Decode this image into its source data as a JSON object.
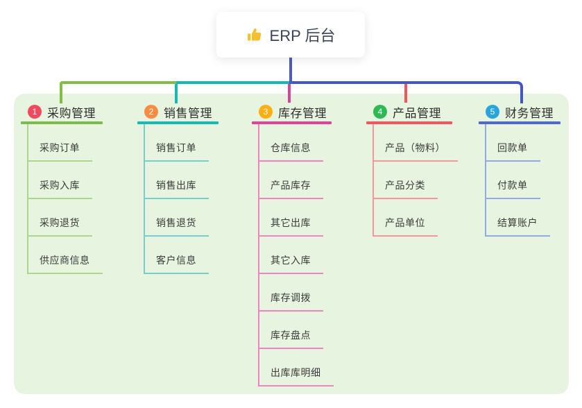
{
  "root": {
    "label": "ERP 后台",
    "icon": "thumbs-up-icon",
    "icon_color": "#f6c02d"
  },
  "canvas": {
    "panel_bg": "#e7f4e0",
    "page_bg": "#ffffff",
    "root_connector_color": "#4a5bc8"
  },
  "bus_segments": [
    {
      "name": "segment-procurement",
      "color": "#82bd4a"
    },
    {
      "name": "segment-sales",
      "color": "#16bab2"
    },
    {
      "name": "segment-right",
      "color": "#4456c4"
    },
    {
      "name": "drop-inventory",
      "color": "#d8439b"
    },
    {
      "name": "drop-product",
      "color": "#f2555c"
    }
  ],
  "branches": [
    {
      "num": "1",
      "title": "采购管理",
      "badge_color": "#f2495e",
      "line_color": "#7cbc4d",
      "child_line_color": "#abd68c",
      "children": [
        "采购订单",
        "采购入库",
        "采购退货",
        "供应商信息"
      ]
    },
    {
      "num": "2",
      "title": "销售管理",
      "badge_color": "#fa8c42",
      "line_color": "#16bab2",
      "child_line_color": "#76cfc8",
      "children": [
        "销售订单",
        "销售出库",
        "销售退货",
        "客户信息"
      ]
    },
    {
      "num": "3",
      "title": "库存管理",
      "badge_color": "#ffaf14",
      "line_color": "#e0429a",
      "child_line_color": "#f084c2",
      "children": [
        "仓库信息",
        "产品库存",
        "其它出库",
        "其它入库",
        "库存调拨",
        "库存盘点",
        "出库库明细"
      ]
    },
    {
      "num": "4",
      "title": "产品管理",
      "badge_color": "#2fb954",
      "line_color": "#f2555c",
      "child_line_color": "#f9969b",
      "children": [
        "产品（物料）",
        "产品分类",
        "产品单位"
      ]
    },
    {
      "num": "5",
      "title": "财务管理",
      "badge_color": "#27a5dc",
      "line_color": "#4e68cf",
      "child_line_color": "#93a9e6",
      "children": [
        "回款单",
        "付款单",
        "结算账户"
      ]
    }
  ]
}
